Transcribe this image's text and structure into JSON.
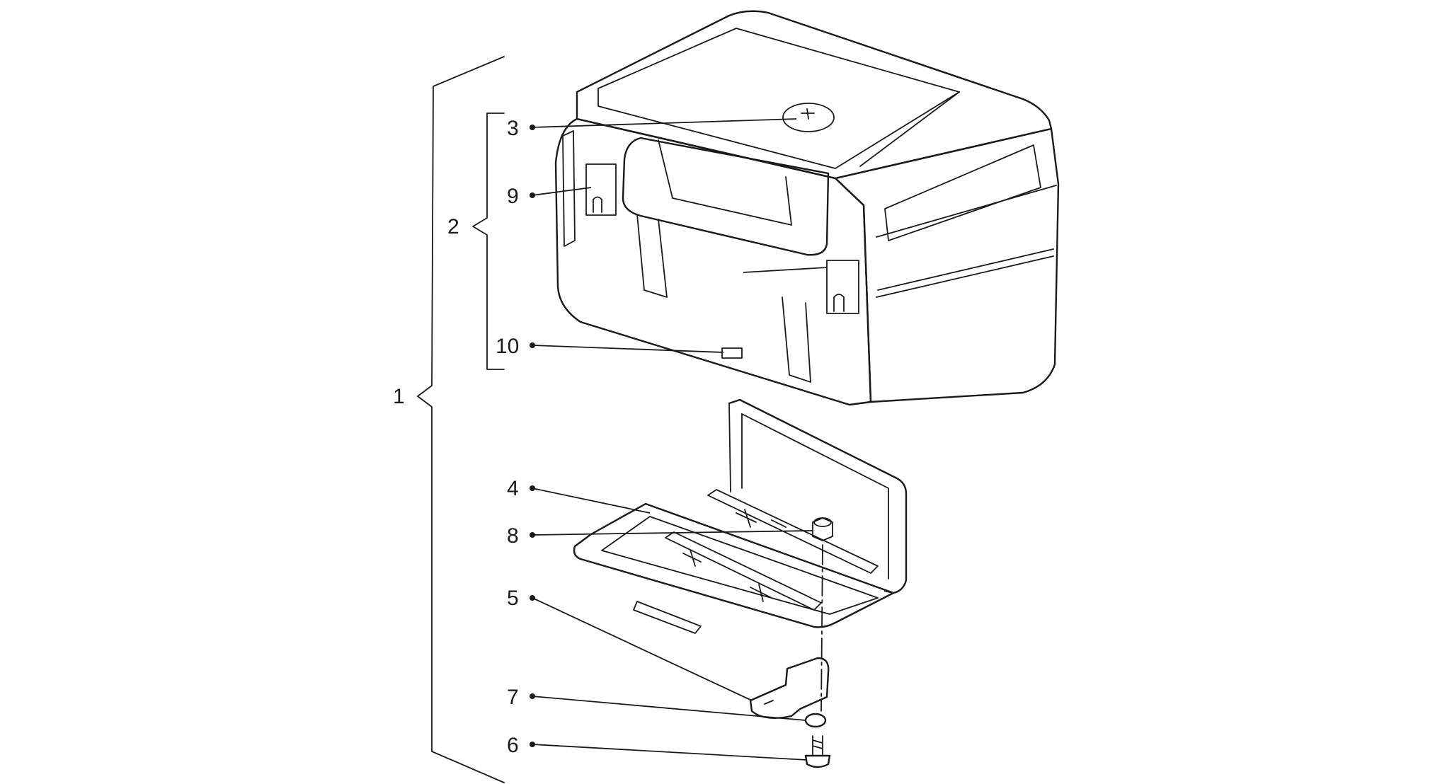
{
  "diagram": {
    "callouts": {
      "c1": "1",
      "c2": "2",
      "c3": "3",
      "c4": "4",
      "c5": "5",
      "c6": "6",
      "c7": "7",
      "c8": "8",
      "c9": "9",
      "c10": "10"
    },
    "line_color": "#1a1a1a",
    "background": "#ffffff"
  }
}
